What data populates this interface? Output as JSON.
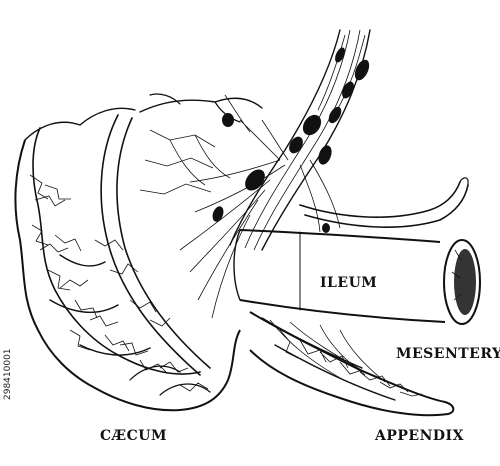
{
  "labels": {
    "ileum": "ILEUM",
    "mesentery": "MESENTERY",
    "caecum": "CÆCUM",
    "appendix": "APPENDIX"
  },
  "watermark": {
    "stock_id": "298410001"
  }
}
